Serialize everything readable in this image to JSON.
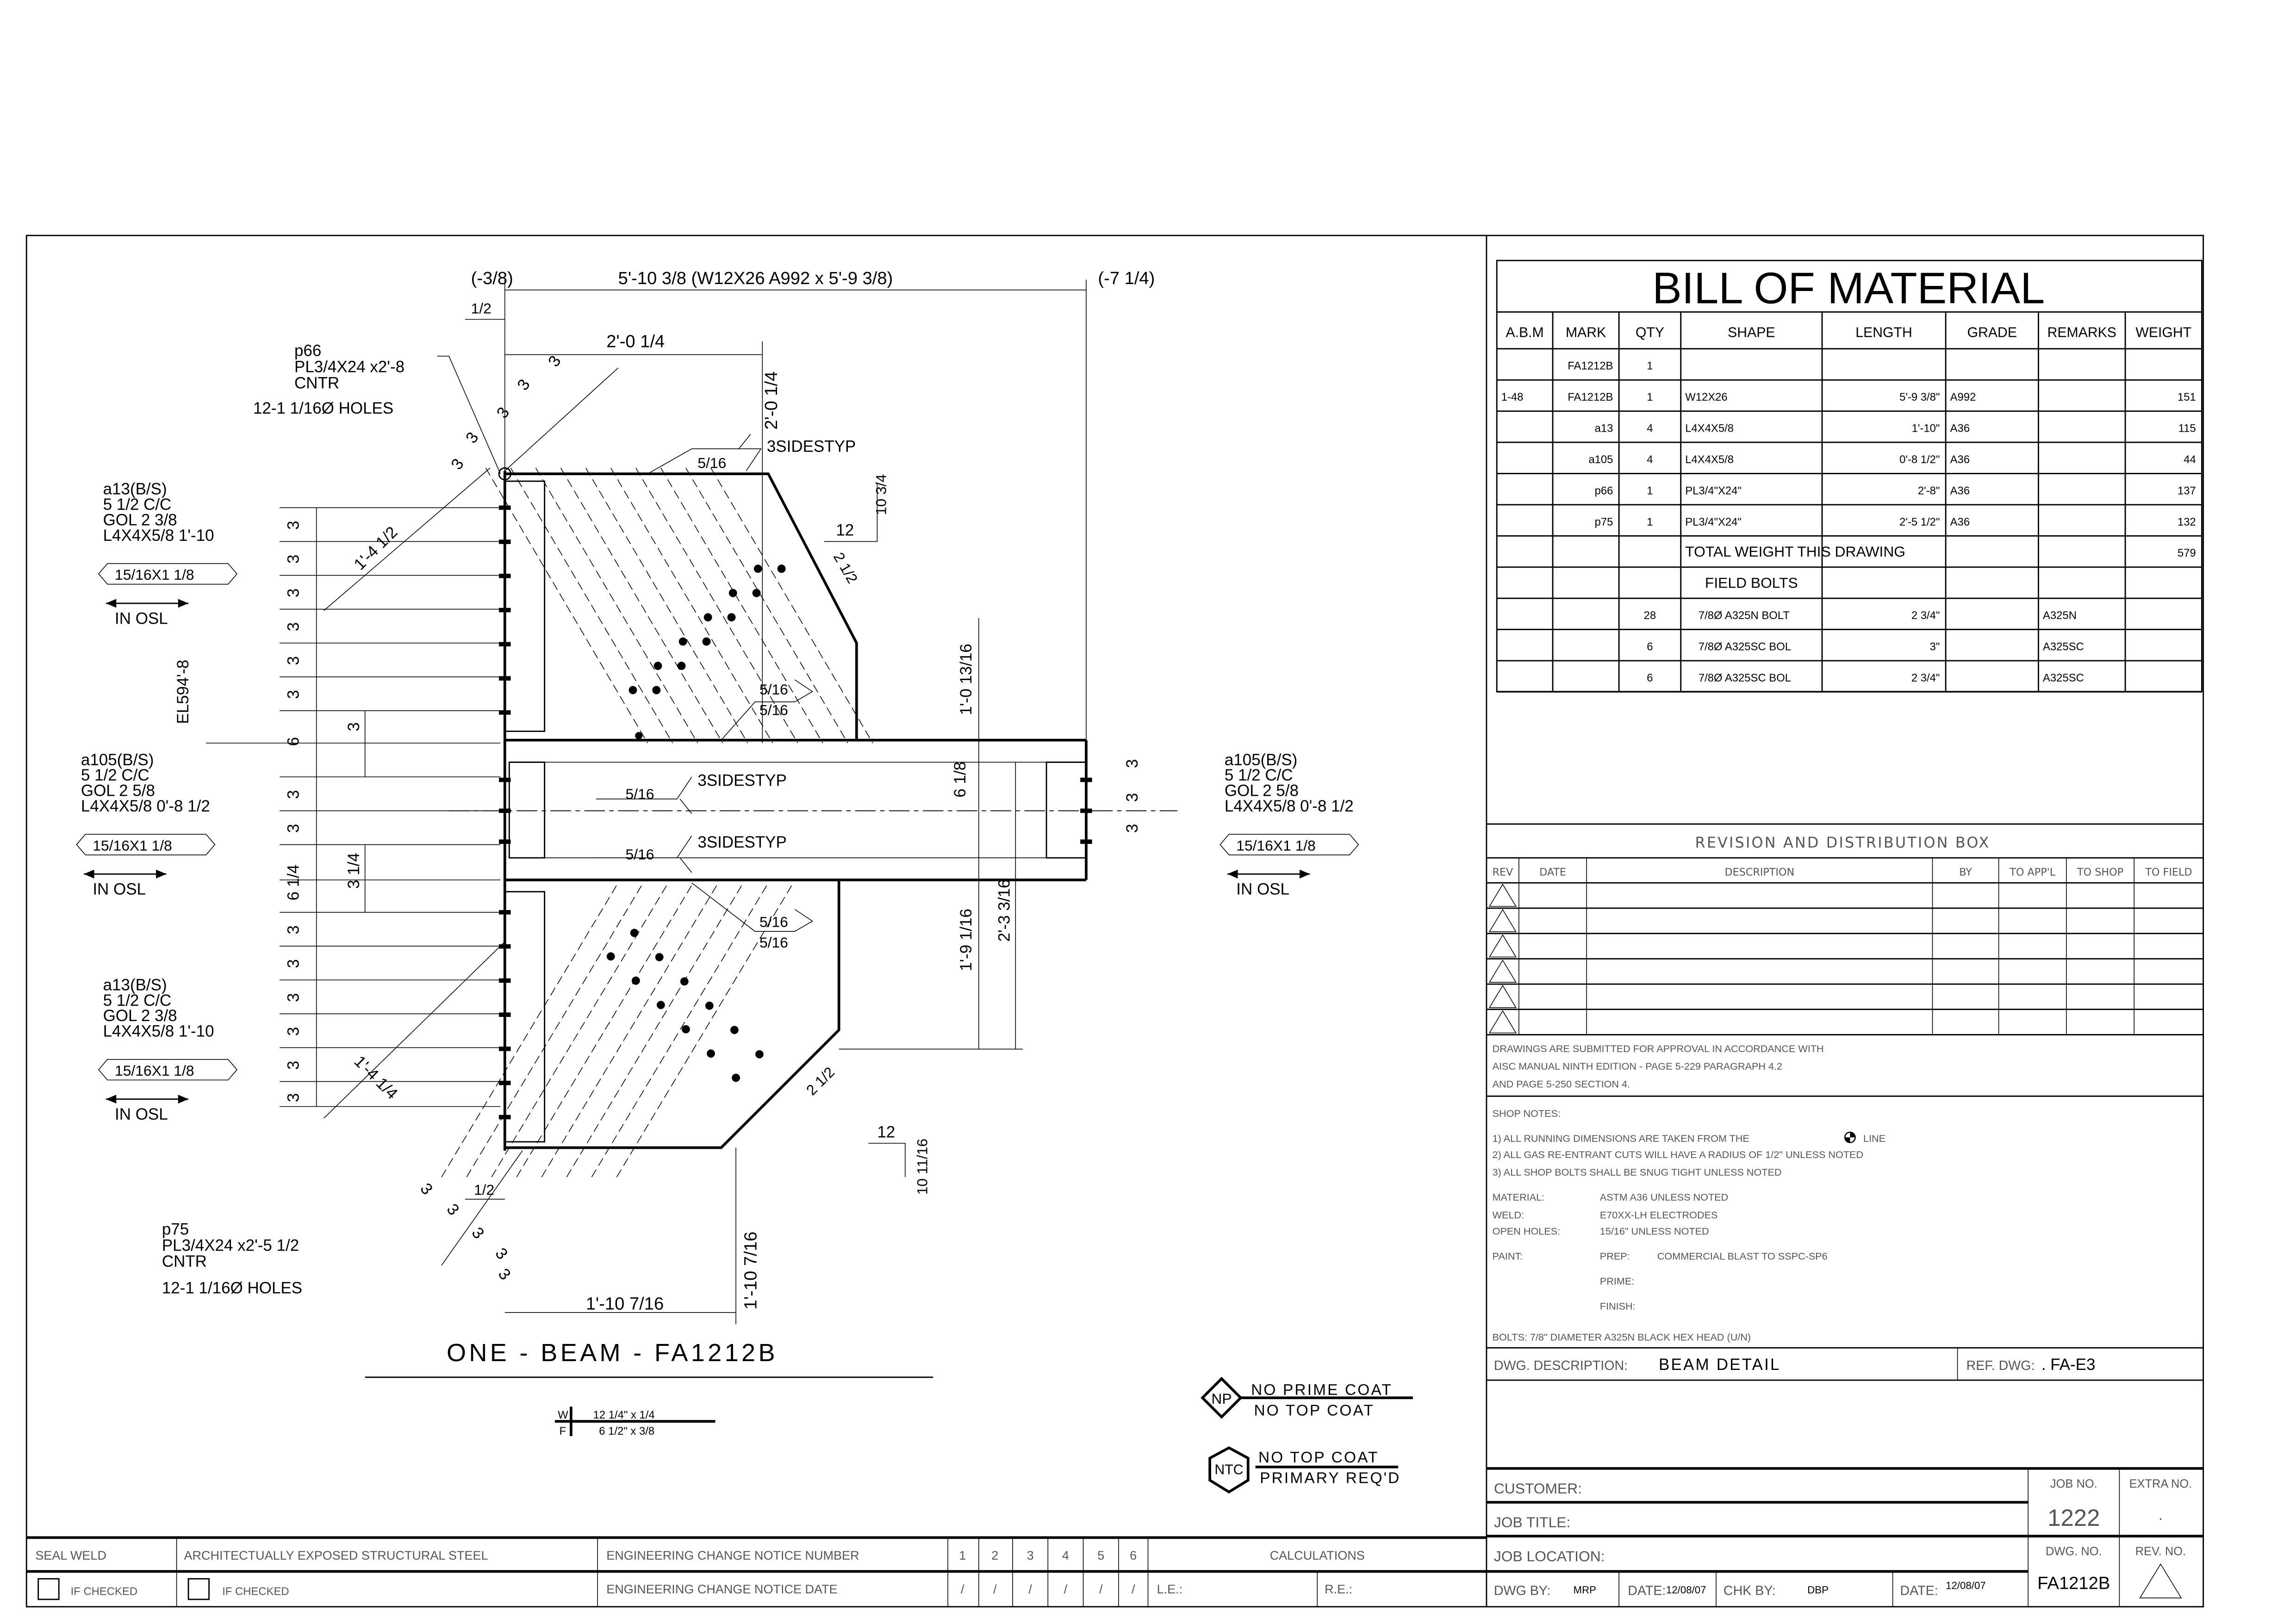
{
  "bom": {
    "title": "BILL OF MATERIAL",
    "headers": [
      "A.B.M",
      "MARK",
      "QTY",
      "SHAPE",
      "LENGTH",
      "GRADE",
      "REMARKS",
      "WEIGHT"
    ],
    "rows": [
      [
        "",
        "FA1212B",
        "1",
        "",
        "",
        "",
        "",
        ""
      ],
      [
        "1-48",
        "FA1212B",
        "1",
        "W12X26",
        "5'-9 3/8\"",
        "A992",
        "",
        "151"
      ],
      [
        "",
        "a13",
        "4",
        "L4X4X5/8",
        "1'-10\"",
        "A36",
        "",
        "115"
      ],
      [
        "",
        "a105",
        "4",
        "L4X4X5/8",
        "0'-8 1/2\"",
        "A36",
        "",
        "44"
      ],
      [
        "",
        "p66",
        "1",
        "PL3/4\"X24\"",
        "2'-8\"",
        "A36",
        "",
        "137"
      ],
      [
        "",
        "p75",
        "1",
        "PL3/4\"X24\"",
        "2'-5 1/2\"",
        "A36",
        "",
        "132"
      ],
      [
        "",
        "",
        "",
        "TOTAL WEIGHT THIS DRAWING",
        "",
        "",
        "",
        "579"
      ],
      [
        "",
        "",
        "",
        "FIELD BOLTS",
        "",
        "",
        "",
        ""
      ],
      [
        "",
        "",
        "28",
        "7/8Ø A325N BOLT",
        "2 3/4\"",
        "",
        "A325N",
        ""
      ],
      [
        "",
        "",
        "6",
        "7/8Ø A325SC BOL",
        "3\"",
        "",
        "A325SC",
        ""
      ],
      [
        "",
        "",
        "6",
        "7/8Ø A325SC BOL",
        "2 3/4\"",
        "",
        "A325SC",
        ""
      ]
    ]
  },
  "revision": {
    "title": "REVISION AND DISTRIBUTION BOX",
    "headers": [
      "REV",
      "DATE",
      "DESCRIPTION",
      "BY",
      "TO APP'L",
      "TO SHOP",
      "TO FIELD"
    ],
    "row_count": 6
  },
  "approval_note": [
    "DRAWINGS ARE SUBMITTED FOR APPROVAL IN ACCORDANCE WITH",
    "AISC MANUAL NINTH EDITION - PAGE 5-229 PARAGRAPH 4.2",
    "AND PAGE 5-250 SECTION 4."
  ],
  "shop_notes": {
    "heading": "SHOP NOTES:",
    "items": [
      "1) ALL RUNNING DIMENSIONS ARE TAKEN FROM THE",
      "2) ALL GAS RE-ENTRANT CUTS WILL HAVE A RADIUS OF  1/2\" UNLESS NOTED",
      "3) ALL SHOP BOLTS SHALL BE SNUG TIGHT UNLESS NOTED"
    ],
    "centerline_suffix": "LINE",
    "material_label": "MATERIAL:",
    "material": "ASTM A36 UNLESS NOTED",
    "weld_label": "WELD:",
    "weld": "E70XX-LH ELECTRODES",
    "holes_label": "OPEN HOLES:",
    "holes": "15/16\" UNLESS NOTED",
    "paint_label": "PAINT:",
    "prep_label": "PREP:",
    "prep": "COMMERCIAL BLAST TO SSPC-SP6",
    "prime_label": "PRIME:",
    "finish_label": "FINISH:",
    "bolts": "BOLTS: 7/8\" DIAMETER A325N BLACK HEX HEAD (U/N)"
  },
  "title_block": {
    "dwg_desc_label": "DWG. DESCRIPTION:",
    "dwg_desc": "BEAM DETAIL",
    "ref_dwg_label": "REF. DWG:",
    "ref_dwg": ". FA-E3",
    "customer_label": "CUSTOMER:",
    "job_title_label": "JOB TITLE:",
    "job_location_label": "JOB LOCATION:",
    "job_no_label": "JOB NO.",
    "job_no": "1222",
    "extra_no_label": "EXTRA NO.",
    "extra_no": ".",
    "dwg_no_label": "DWG. NO.",
    "dwg_no": "FA1212B",
    "rev_no_label": "REV. NO.",
    "dwg_by_label": "DWG BY:",
    "dwg_by": "MRP",
    "date_label": "DATE:",
    "dwg_date": "12/08/07",
    "chk_by_label": "CHK BY:",
    "chk_by": "DBP",
    "chk_date": "12/08/07"
  },
  "bottom_strip": {
    "seal_weld": "SEAL WELD",
    "aess": "ARCHITECTUALLY EXPOSED STRUCTURAL STEEL",
    "if_checked": "IF CHECKED",
    "ecn_number": "ENGINEERING CHANGE NOTICE NUMBER",
    "ecn_date": "ENGINEERING CHANGE NOTICE DATE",
    "ecn_cols": [
      "1",
      "2",
      "3",
      "4",
      "5",
      "6"
    ],
    "ecn_date_mark": "/",
    "calculations": "CALCULATIONS",
    "le": "L.E.:",
    "re": "R.E.:"
  },
  "legend": {
    "np_symbol": "NP",
    "np_line1": "NO PRIME COAT",
    "np_line2": "NO TOP COAT",
    "ntc_symbol": "NTC",
    "ntc_line1": "NO TOP COAT",
    "ntc_line2": "PRIMARY REQ'D"
  },
  "weld_table": {
    "w_label": "W",
    "w_value": "12 1/4\" x 1/4",
    "f_label": "F",
    "f_value": "6 1/2\" x 3/8"
  },
  "drawing": {
    "title": "ONE - BEAM - FA1212B",
    "overall_left": "(-3/8)",
    "overall": "5'-10 3/8 (W12X26 A992 x 5'-9 3/8)",
    "overall_right": "(-7 1/4)",
    "half": "1/2",
    "top_plate_width": "2'-0 1/4",
    "top_plate_height": "2'-0 1/4",
    "weld_size": "5/16",
    "weld_note": "3SIDESTYP",
    "slope": "12",
    "top_slope_rise": "10 3/4",
    "edge": "2 1/2",
    "top_diag": "1'-4 1/2",
    "bottom_diag": "1'-4 1/4",
    "upper_vert": "1'-0 13/16",
    "beam_depth": "6 1/8",
    "lower_vert": "1'-9 1/16",
    "lower_vert2": "2'-3 3/16",
    "bot_slope_rise": "10 11/16",
    "bot_plate_width": "1'-10 7/16",
    "bot_plate_height": "1'-10 7/16",
    "elevation": "EL594'-8",
    "dim_3": "3",
    "dim_6": "6",
    "dim_3_1_4": "3 1/4",
    "dim_6_1_4": "6 1/4",
    "p66": [
      "p66",
      "PL3/4X24  x2'-8",
      "CNTR",
      "12-1 1/16Ø HOLES"
    ],
    "p75": [
      "p75",
      "PL3/4X24  x2'-5 1/2",
      "CNTR",
      "12-1 1/16Ø HOLES"
    ],
    "a13": [
      "a13(B/S)",
      "5 1/2 C/C",
      "GOL 2 3/8",
      "L4X4X5/8 1'-10"
    ],
    "a105": [
      "a105(B/S)",
      "5 1/2 C/C",
      "GOL 2 5/8",
      "L4X4X5/8 0'-8 1/2"
    ],
    "hole_tag": "15/16X1 1/8",
    "in_osl": "IN OSL"
  }
}
